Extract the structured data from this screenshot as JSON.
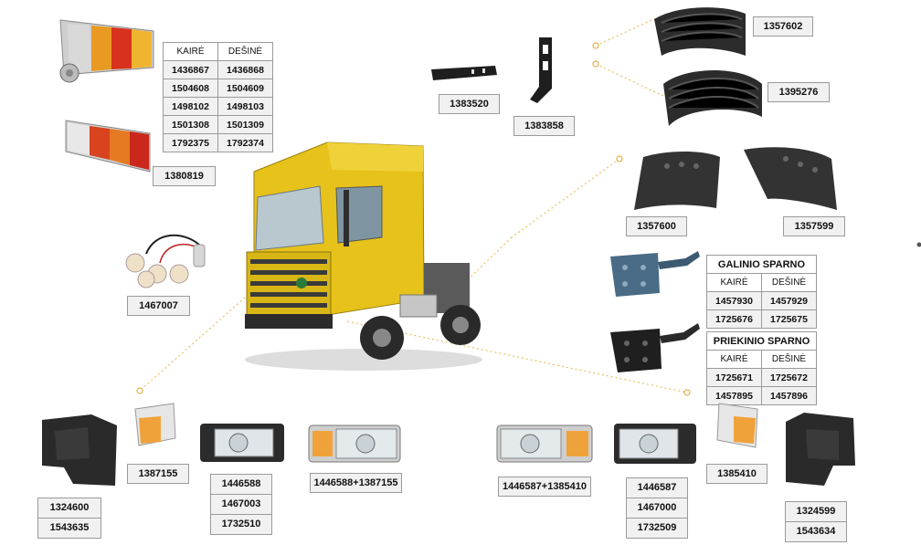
{
  "tail_table": {
    "headers": [
      "KAIRĖ",
      "DEŠINĖ"
    ],
    "rows": [
      [
        "1436867",
        "1436868"
      ],
      [
        "1504608",
        "1504609"
      ],
      [
        "1498102",
        "1498103"
      ],
      [
        "1501308",
        "1501309"
      ],
      [
        "1792375",
        "1792374"
      ]
    ]
  },
  "galinio_table": {
    "title": "GALINIO SPARNO",
    "headers": [
      "KAIRĖ",
      "DEŠINĖ"
    ],
    "rows": [
      [
        "1457930",
        "1457929"
      ],
      [
        "1725676",
        "1725675"
      ]
    ]
  },
  "priekinio_table": {
    "title": "PRIEKINIO SPARNO",
    "headers": [
      "KAIRĖ",
      "DEŠINĖ"
    ],
    "rows": [
      [
        "1725671",
        "1725672"
      ],
      [
        "1457895",
        "1457896"
      ]
    ]
  },
  "labels": {
    "tail_single": "1380819",
    "harness": "1467007",
    "bracket_left": "1383520",
    "bracket_right": "1383858",
    "cover_top": "1357602",
    "cover_mid": "1395276",
    "mudflap_left": "1357600",
    "mudflap_right": "1357599",
    "indicator_left": "1387155",
    "headlamp_combo_left": "1446588+1387155",
    "headlamp_combo_right": "1446587+1385410",
    "indicator_right": "1385410"
  },
  "stacks": {
    "step_left": [
      "1324600",
      "1543635"
    ],
    "headlamp_left": [
      "1446588",
      "1467003",
      "1732510"
    ],
    "headlamp_right": [
      "1446587",
      "1467000",
      "1732509"
    ],
    "step_right": [
      "1324599",
      "1543634"
    ]
  }
}
